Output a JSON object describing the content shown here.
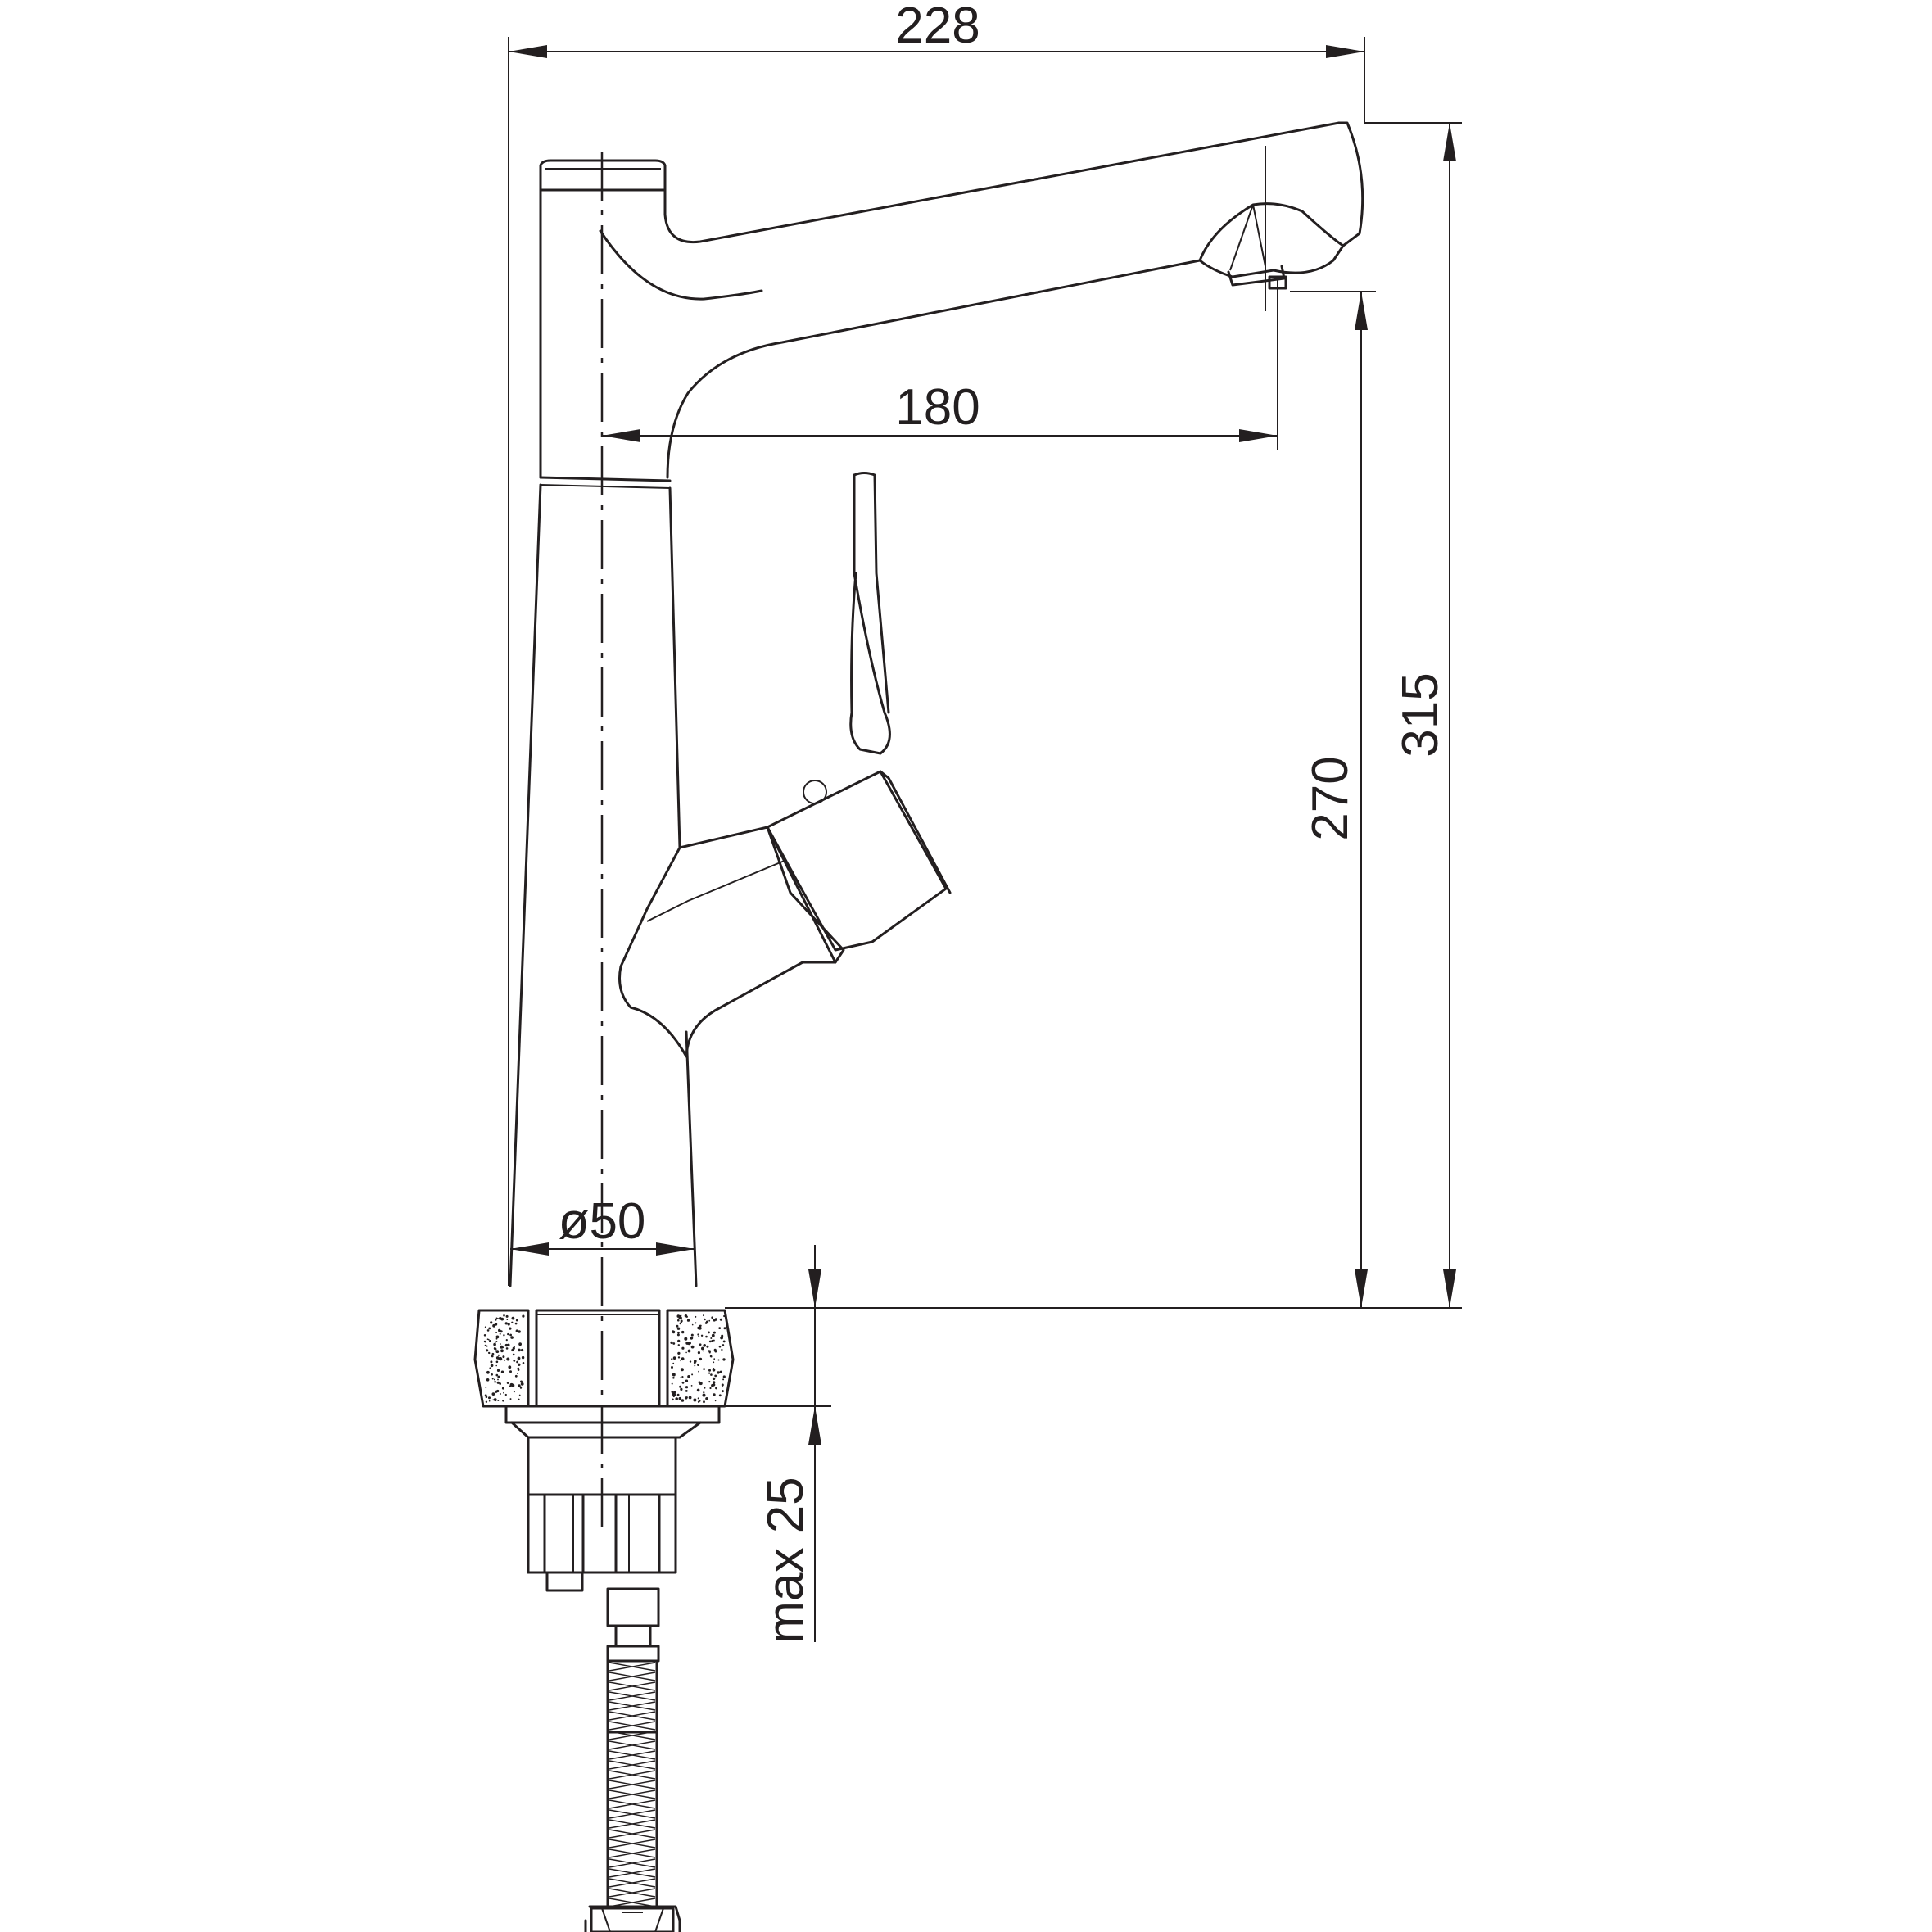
{
  "drawing": {
    "subject": "single-lever-kitchen-faucet-side-view",
    "line_color": "#231f20",
    "background_color": "#ffffff"
  },
  "dimensions": {
    "overall_width": "228",
    "spout_reach": "180",
    "outlet_height": "270",
    "overall_height": "315",
    "base_diameter": "ø50",
    "max_countertop_thickness": "max 25"
  }
}
